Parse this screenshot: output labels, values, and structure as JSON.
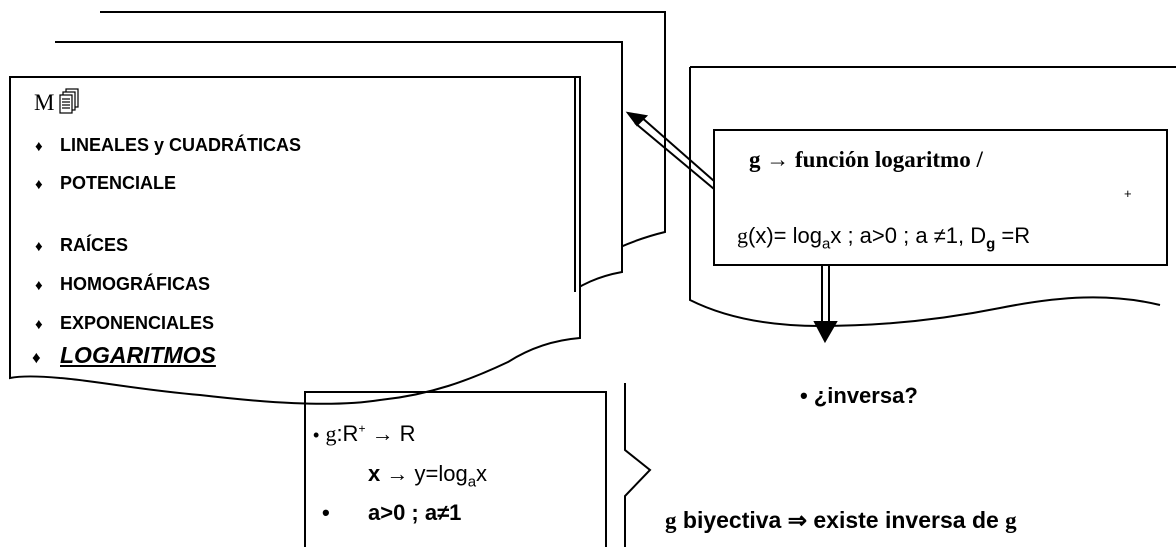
{
  "menu": {
    "m_letter": "M",
    "docs_icon": "documents-icon",
    "items": [
      {
        "bullet": "♦",
        "label": "LINEALES y CUADRÁTICAS"
      },
      {
        "bullet": "♦",
        "label": "POTENCIALE"
      },
      {
        "bullet": "♦",
        "label": "RAÍCES"
      },
      {
        "bullet": "♦",
        "label": "HOMOGRÁFICAS"
      },
      {
        "bullet": "♦",
        "label": "EXPONENCIALES"
      },
      {
        "bullet": "♦",
        "label": "LOGARITMOS"
      }
    ]
  },
  "definition_box": {
    "line1": "g → función  logaritmo /",
    "plus_superscript": "+",
    "g_prefix": "g",
    "formula": "(x)= log",
    "sub_a": "a",
    "formula_rest": "x ;  a>0 ; a ≠1, D",
    "sub_g": "g",
    "formula_end": " =R"
  },
  "inverse_question": {
    "bullet": "•",
    "text": "¿inversa?"
  },
  "mapping_box": {
    "bullet1": "•",
    "line1_g": "g",
    "line1_rest": ":R",
    "line1_sup": "+",
    "line1_end": "  → R",
    "line2_x": "x",
    "line2_rest": " → y=log",
    "line2_sub": "a",
    "line2_end": "x",
    "bullet2": "•",
    "line3": "a>0  ;  a≠1"
  },
  "conclusion": {
    "g": "g",
    "text": " biyectiva  ⇒  existe inversa de ",
    "g_end": "g"
  }
}
